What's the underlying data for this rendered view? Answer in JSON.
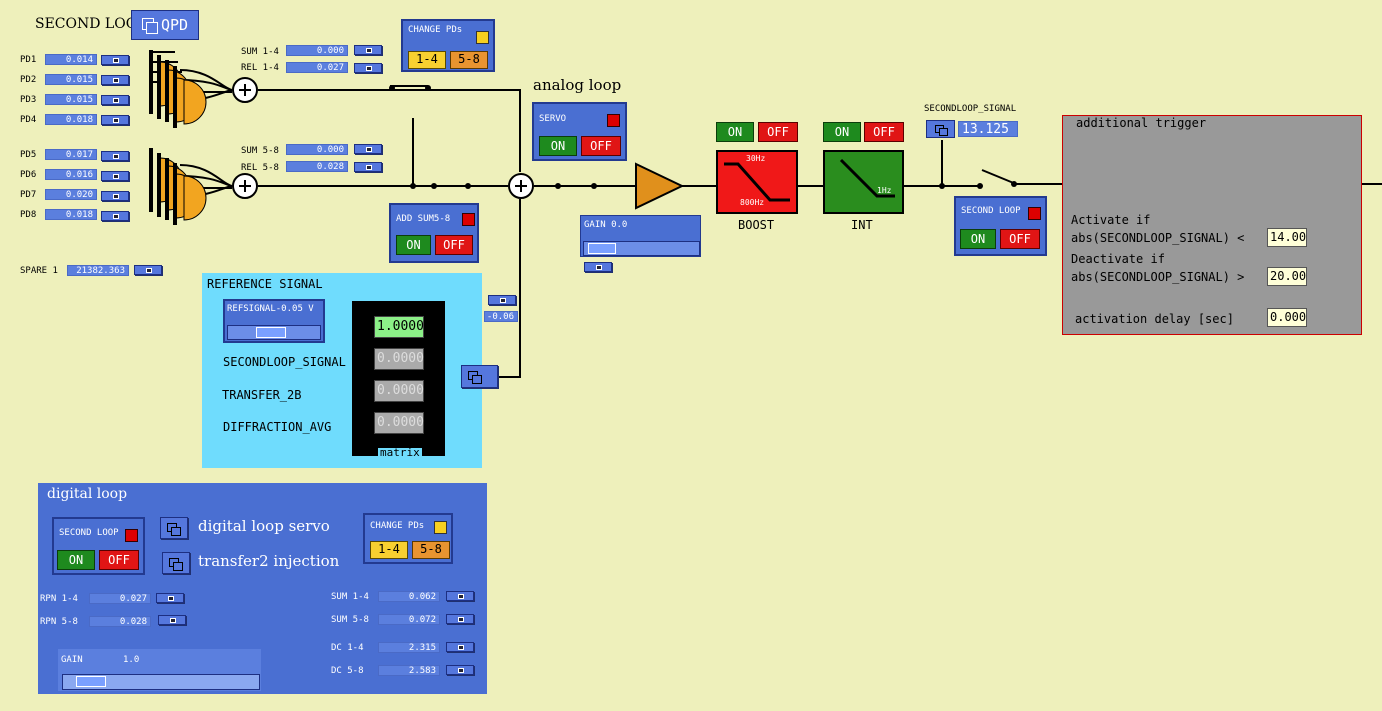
{
  "header": {
    "title": "SECOND LOOP",
    "qpd_label": "QPD"
  },
  "pd_group_a": [
    {
      "name": "PD1",
      "value": "0.014"
    },
    {
      "name": "PD2",
      "value": "0.015"
    },
    {
      "name": "PD3",
      "value": "0.015"
    },
    {
      "name": "PD4",
      "value": "0.018"
    }
  ],
  "pd_group_b": [
    {
      "name": "PD5",
      "value": "0.017"
    },
    {
      "name": "PD6",
      "value": "0.016"
    },
    {
      "name": "PD7",
      "value": "0.020"
    },
    {
      "name": "PD8",
      "value": "0.018"
    }
  ],
  "sums_top": [
    {
      "label": "SUM 1-4",
      "value": "0.000"
    },
    {
      "label": "REL 1-4",
      "value": "0.027"
    }
  ],
  "sums_mid": [
    {
      "label": "SUM 5-8",
      "value": "0.000"
    },
    {
      "label": "REL 5-8",
      "value": "0.028"
    }
  ],
  "spare": {
    "label": "SPARE 1",
    "value": "21382.363"
  },
  "change_pds": {
    "title": "CHANGE PDs",
    "b14": "1-4",
    "b58": "5-8"
  },
  "add_sum": {
    "title": "ADD SUM5-8",
    "on": "ON",
    "off": "OFF"
  },
  "analog_loop": {
    "title": "analog loop",
    "servo_title": "SERVO",
    "on": "ON",
    "off": "OFF"
  },
  "gain": {
    "label": "GAIN 0.0",
    "fraction": 0.05
  },
  "ref_offset": "-0.06",
  "boost": {
    "label": "BOOST",
    "on": "ON",
    "off": "OFF",
    "f1": "30Hz",
    "f2": "800Hz"
  },
  "int": {
    "label": "INT",
    "on": "ON",
    "off": "OFF",
    "f": "1Hz"
  },
  "secondloop_signal": {
    "label": "SECONDLOOP_SIGNAL",
    "value": "13.125"
  },
  "second_loop_panel": {
    "title": "SECOND LOOP",
    "on": "ON",
    "off": "OFF"
  },
  "trigger": {
    "title": "additional trigger",
    "activate_1": "Activate if",
    "activate_2": "abs(SECONDLOOP_SIGNAL) <",
    "activate_val": "14.00",
    "deactivate_1": "Deactivate if",
    "deactivate_2": "abs(SECONDLOOP_SIGNAL) >",
    "deactivate_val": "20.00",
    "delay_label": "activation delay [sec]",
    "delay_val": "0.000"
  },
  "reference": {
    "title": "REFERENCE SIGNAL",
    "refsignal": "REFSIGNAL-0.05 V",
    "refsignal_fraction": 0.45,
    "rows": [
      "SECONDLOOP_SIGNAL",
      "TRANSFER_2B",
      "DIFFRACTION_AVG"
    ],
    "matrix_values": [
      "1.0000",
      "0.0000",
      "0.0000",
      "0.0000"
    ],
    "matrix_label": "matrix"
  },
  "digital_loop": {
    "title": "digital loop",
    "second_loop_title": "SECOND LOOP",
    "on": "ON",
    "off": "OFF",
    "servo_label": "digital loop servo",
    "transfer_label": "transfer2 injection",
    "change_pds_title": "CHANGE PDs",
    "b14": "1-4",
    "b58": "5-8",
    "rpn": [
      {
        "label": "RPN 1-4",
        "value": "0.027"
      },
      {
        "label": "RPN 5-8",
        "value": "0.028"
      }
    ],
    "sums": [
      {
        "label": "SUM 1-4",
        "value": "0.062"
      },
      {
        "label": "SUM 5-8",
        "value": "0.072"
      },
      {
        "label": "DC 1-4",
        "value": "2.315"
      },
      {
        "label": "DC 5-8",
        "value": "2.583"
      }
    ],
    "gain_label": "GAIN",
    "gain_value": "1.0",
    "gain_fraction": 0.08
  },
  "colors": {
    "background": "#eef0bb",
    "panel": "#4a6fd2",
    "on": "#1e8a1e",
    "off": "#e01515",
    "reference_bg": "#6fdcfd",
    "trigger_bg": "#999999"
  }
}
